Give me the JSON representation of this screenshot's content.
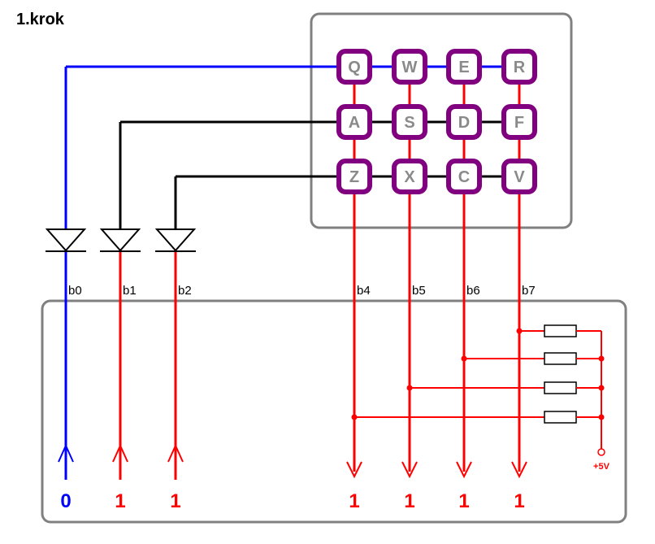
{
  "title": "1.krok",
  "colors": {
    "active": "#0000ff",
    "inactive": "#ff0000",
    "wire": "#000000",
    "key_border": "#800080",
    "frame": "#808080",
    "key_text": "#8a8a8a"
  },
  "keyboard": {
    "rows": [
      {
        "state": "active",
        "keys": [
          "Q",
          "W",
          "E",
          "R"
        ]
      },
      {
        "state": "idle",
        "keys": [
          "A",
          "S",
          "D",
          "F"
        ]
      },
      {
        "state": "idle",
        "keys": [
          "Z",
          "X",
          "C",
          "V"
        ]
      }
    ]
  },
  "inputs": [
    {
      "label": "b0",
      "value": "0",
      "state": "active"
    },
    {
      "label": "b1",
      "value": "1",
      "state": "inactive"
    },
    {
      "label": "b2",
      "value": "1",
      "state": "inactive"
    }
  ],
  "outputs": [
    {
      "label": "b4",
      "value": "1"
    },
    {
      "label": "b5",
      "value": "1"
    },
    {
      "label": "b6",
      "value": "1"
    },
    {
      "label": "b7",
      "value": "1"
    }
  ],
  "supply": {
    "label": "+5V"
  }
}
